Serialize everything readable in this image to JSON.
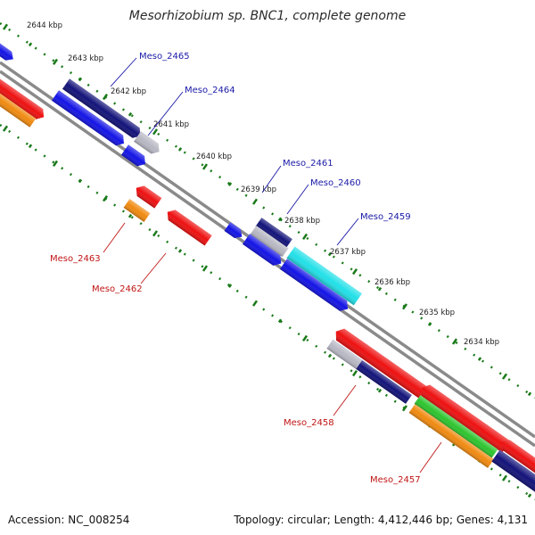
{
  "title": "Mesorhizobium sp. BNC1, complete genome",
  "footer": {
    "accession": "Accession: NC_008254",
    "topology": "Topology: circular; Length: 4,412,446 bp; Genes: 4,131"
  },
  "colors": {
    "backbone": "#8a8a8a",
    "scale_ticks": "#1a7a1a",
    "forward_gene_label": "#1a1aa8",
    "reverse_gene_label": "#c01515"
  },
  "scale": {
    "unit": "kbp",
    "tick_labels": [
      "2644 kbp",
      "2643 kbp",
      "2642 kbp",
      "2641 kbp",
      "2640 kbp",
      "2639 kbp",
      "2638 kbp",
      "2637 kbp",
      "2636 kbp",
      "2635 kbp",
      "2634 kbp"
    ]
  },
  "genes": [
    {
      "label": "Meso_2465",
      "strand": "forward",
      "color": "#13137a"
    },
    {
      "label": "Meso_2464",
      "strand": "forward",
      "color": "#b8b8c4"
    },
    {
      "label": "Meso_2461",
      "strand": "forward",
      "color": "#13137a"
    },
    {
      "label": "Meso_2460",
      "strand": "forward",
      "color": "#b8b8c4"
    },
    {
      "label": "Meso_2459",
      "strand": "forward",
      "color": "#22e0e8"
    },
    {
      "label": "Meso_2463",
      "strand": "reverse",
      "color": "#f08a10"
    },
    {
      "label": "Meso_2462",
      "strand": "reverse",
      "color": "#ee1111"
    },
    {
      "label": "Meso_2458",
      "strand": "reverse",
      "color": "#ee1111"
    },
    {
      "label": "Meso_2457",
      "strand": "reverse",
      "color": "#f08a10"
    }
  ]
}
